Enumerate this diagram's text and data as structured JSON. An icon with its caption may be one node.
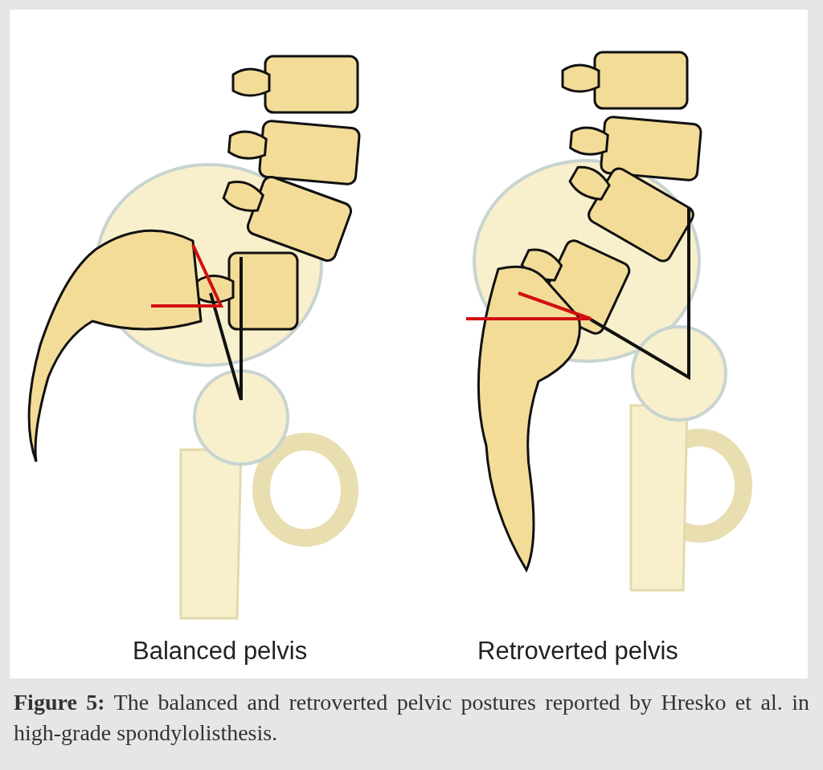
{
  "diagram": {
    "caption": "**Figure 5:** The balanced and retroverted pelvic postures reported by Hresko et al. in high-grade spondylolisthesis.",
    "labels": [
      "Balanced pelvis",
      "Retroverted pelvis"
    ]
  }
}
